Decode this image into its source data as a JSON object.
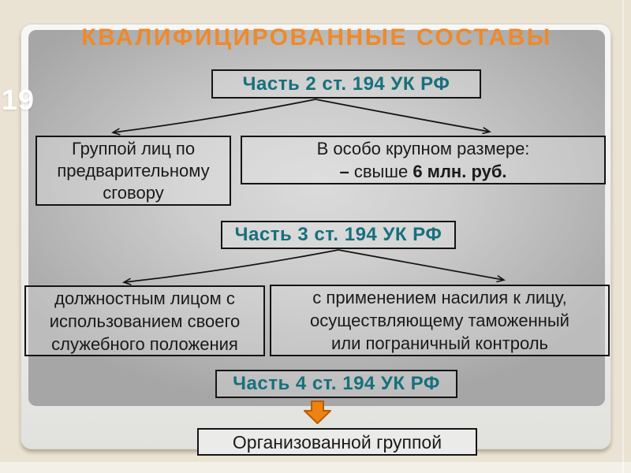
{
  "slide": {
    "number": "19",
    "title": "КВАЛИФИЦИРОВАННЫЕ СОСТАВЫ"
  },
  "diagram": {
    "part2": {
      "label": "Часть 2 ст. 194 УК РФ"
    },
    "part2_left": {
      "lines": [
        "Группой лиц по",
        "предварительному",
        "сговору"
      ]
    },
    "part2_right": {
      "line1": "В особо крупном размере:",
      "dash": "– ",
      "mid": "свыше ",
      "bold": "6 млн. руб."
    },
    "part3": {
      "label": "Часть 3 ст. 194 УК РФ"
    },
    "part3_left": {
      "lines": [
        "должностным лицом с",
        "использованием своего",
        "служебного положения"
      ]
    },
    "part3_right": {
      "lines": [
        "с применением насилия к лицу,",
        "осуществляющему таможенный",
        "или пограничный контроль"
      ]
    },
    "part4": {
      "label": "Часть 4 ст. 194 УК РФ"
    },
    "organized": {
      "label": "Организованной группой"
    }
  },
  "colors": {
    "background": "#EAE3D4",
    "title_orange": "#EE8A2B",
    "heading_teal": "#17707C",
    "arrow_orange": "#EC8312",
    "arrow_outline": "#B85C04",
    "box_border": "#141414",
    "body_text": "#1A1A1A",
    "slide_number": "#FFFFFF"
  }
}
